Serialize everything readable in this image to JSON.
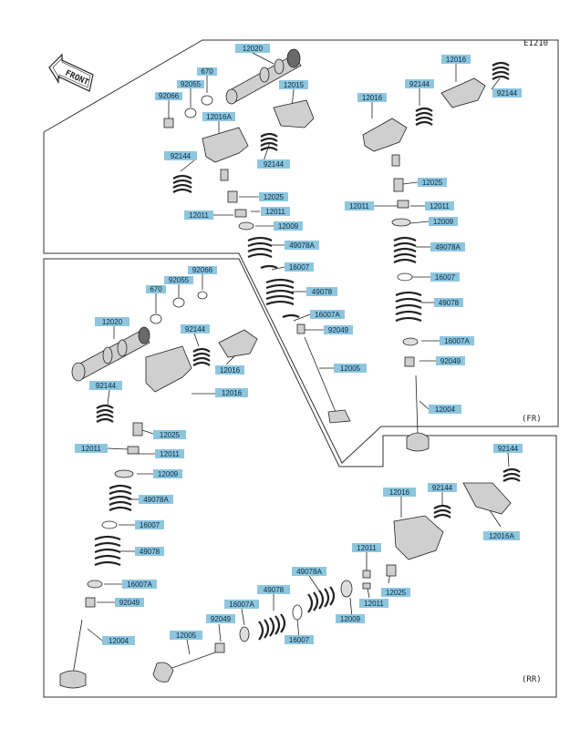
{
  "diagram_code": "E1210",
  "front_label": "FRONT",
  "sections": {
    "fr": "(FR)",
    "rr": "(RR)"
  },
  "labels": {
    "l_12020_top": "12020",
    "l_670_top": "670",
    "l_92055_top": "92055",
    "l_92066_top": "92066",
    "l_12016A_top": "12016A",
    "l_12015_top": "12015",
    "l_12016_fr_a": "12016",
    "l_92144_fr_a": "92144",
    "l_12016_fr_b": "12016",
    "l_92144_fr_b": "92144",
    "l_92144_top_l": "92144",
    "l_92144_top_m": "92144",
    "l_12025_top": "12025",
    "l_12011_top_a": "12011",
    "l_12011_top_b": "12011",
    "l_12009_top": "12009",
    "l_49078A_mid": "49078A",
    "l_16007_mid": "16007",
    "l_49078_mid": "49078",
    "l_16007A_mid": "16007A",
    "l_92049_mid": "92049",
    "l_12005_mid": "12005",
    "l_12025_fr": "12025",
    "l_12011_fr_a": "12011",
    "l_12011_fr_b": "12011",
    "l_12009_fr": "12009",
    "l_49078A_fr": "49078A",
    "l_16007_fr": "16007",
    "l_49078_fr": "49078",
    "l_16007A_fr": "16007A",
    "l_92049_fr": "92049",
    "l_12004_fr": "12004",
    "l_92066_left": "92066",
    "l_92055_left": "92055",
    "l_670_left": "670",
    "l_12020_left": "12020",
    "l_92144_left_a": "92144",
    "l_12016_left": "12016",
    "l_92144_left_b": "92144",
    "l_12016_left_b": "12016",
    "l_12025_left": "12025",
    "l_12011_left_a": "12011",
    "l_12011_left_b": "12011",
    "l_12009_left": "12009",
    "l_49078A_left": "49078A",
    "l_16007_left": "16007",
    "l_49078_left": "49078",
    "l_16007A_left": "16007A",
    "l_92049_left": "92049",
    "l_12004_left": "12004",
    "l_92144_rr_a": "92144",
    "l_92144_rr_b": "92144",
    "l_12016_rr": "12016",
    "l_12016A_rr": "12016A",
    "l_12011_rr_a": "12011",
    "l_12025_rr": "12025",
    "l_12011_rr_b": "12011",
    "l_49078A_rr": "49078A",
    "l_49078_rr": "49078",
    "l_12009_rr": "12009",
    "l_16007A_rr": "16007A",
    "l_92049_rr": "92049",
    "l_16007_rr": "16007",
    "l_12005_rr": "12005"
  }
}
